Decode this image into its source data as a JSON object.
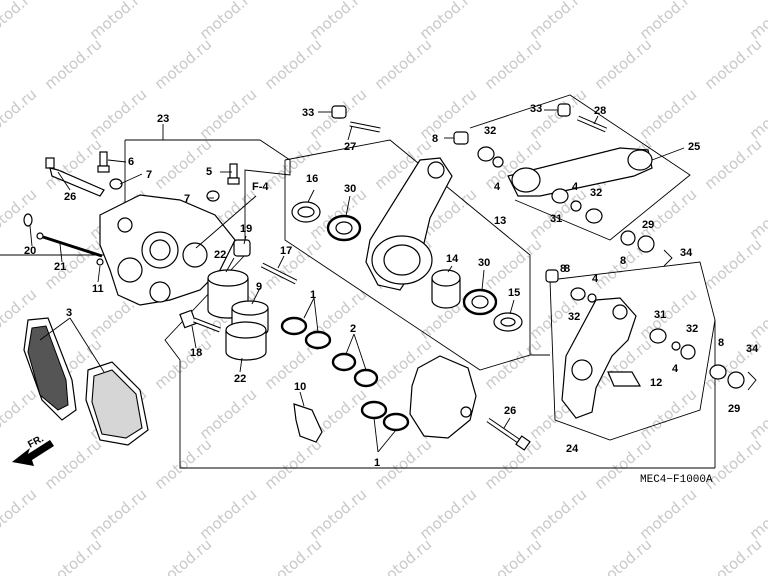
{
  "watermark": "motod.ru",
  "diagram_code": "MEC4−F1000A",
  "ref_label": "F-4",
  "direction_label": "FR.",
  "callouts": {
    "c1a": "1",
    "c1b": "1",
    "c2": "2",
    "c3": "3",
    "c4a": "4",
    "c4b": "4",
    "c4c": "4",
    "c4d": "4",
    "c5": "5",
    "c6": "6",
    "c7a": "7",
    "c7b": "7",
    "c8a": "8",
    "c8b": "8",
    "c8c": "8",
    "c8d": "8",
    "c8e": "8",
    "c9": "9",
    "c10": "10",
    "c11": "11",
    "c12": "12",
    "c13": "13",
    "c14": "14",
    "c15": "15",
    "c16": "16",
    "c17": "17",
    "c18": "18",
    "c19": "19",
    "c20": "20",
    "c21": "21",
    "c22a": "22",
    "c22b": "22",
    "c23": "23",
    "c24": "24",
    "c25": "25",
    "c26a": "26",
    "c26b": "26",
    "c27": "27",
    "c28": "28",
    "c29a": "29",
    "c29b": "29",
    "c30a": "30",
    "c30b": "30",
    "c31a": "31",
    "c31b": "31",
    "c32a": "32",
    "c32b": "32",
    "c32c": "32",
    "c32d": "32",
    "c33a": "33",
    "c33b": "33",
    "c34a": "34",
    "c34b": "34"
  }
}
